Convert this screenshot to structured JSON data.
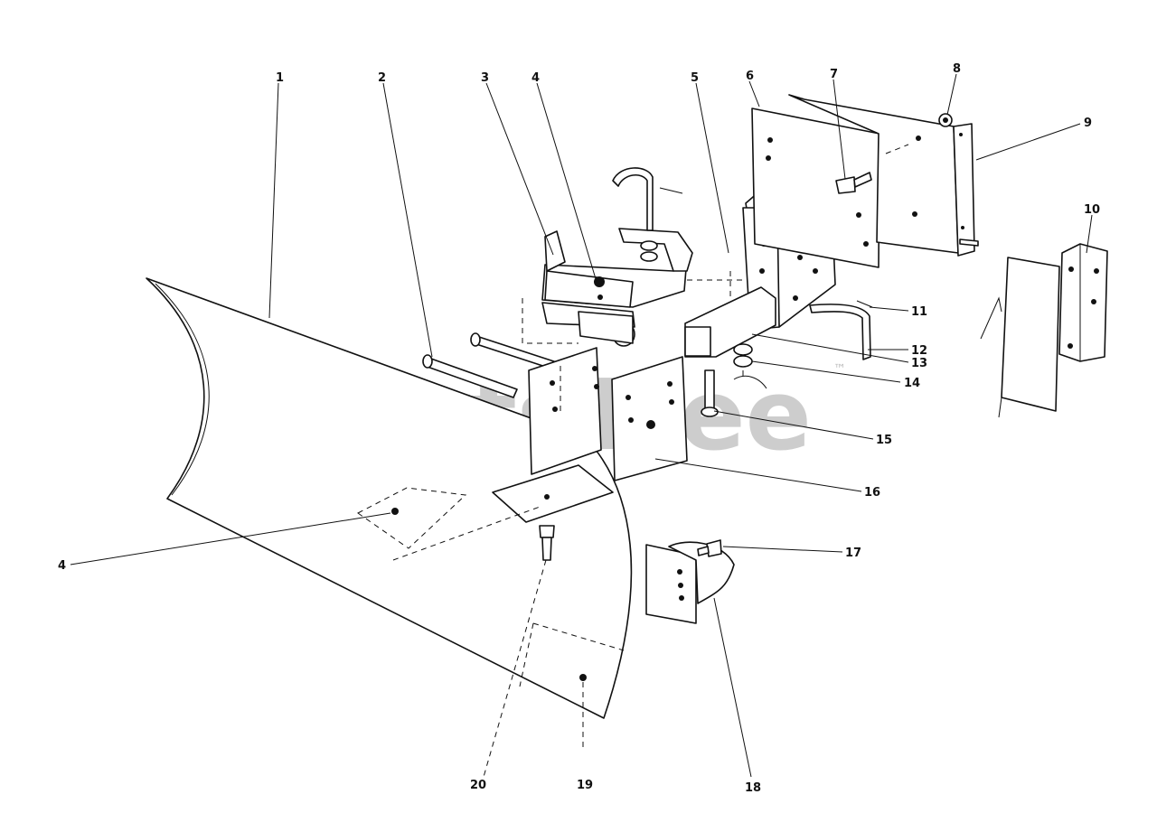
{
  "watermark": {
    "text": "PartsTree",
    "trademark": "™"
  },
  "callouts": [
    "1",
    "2",
    "3",
    "4",
    "5",
    "6",
    "7",
    "8",
    "9",
    "10",
    "11",
    "12",
    "13",
    "14",
    "15",
    "16",
    "17",
    "18",
    "19",
    "20",
    "4"
  ]
}
